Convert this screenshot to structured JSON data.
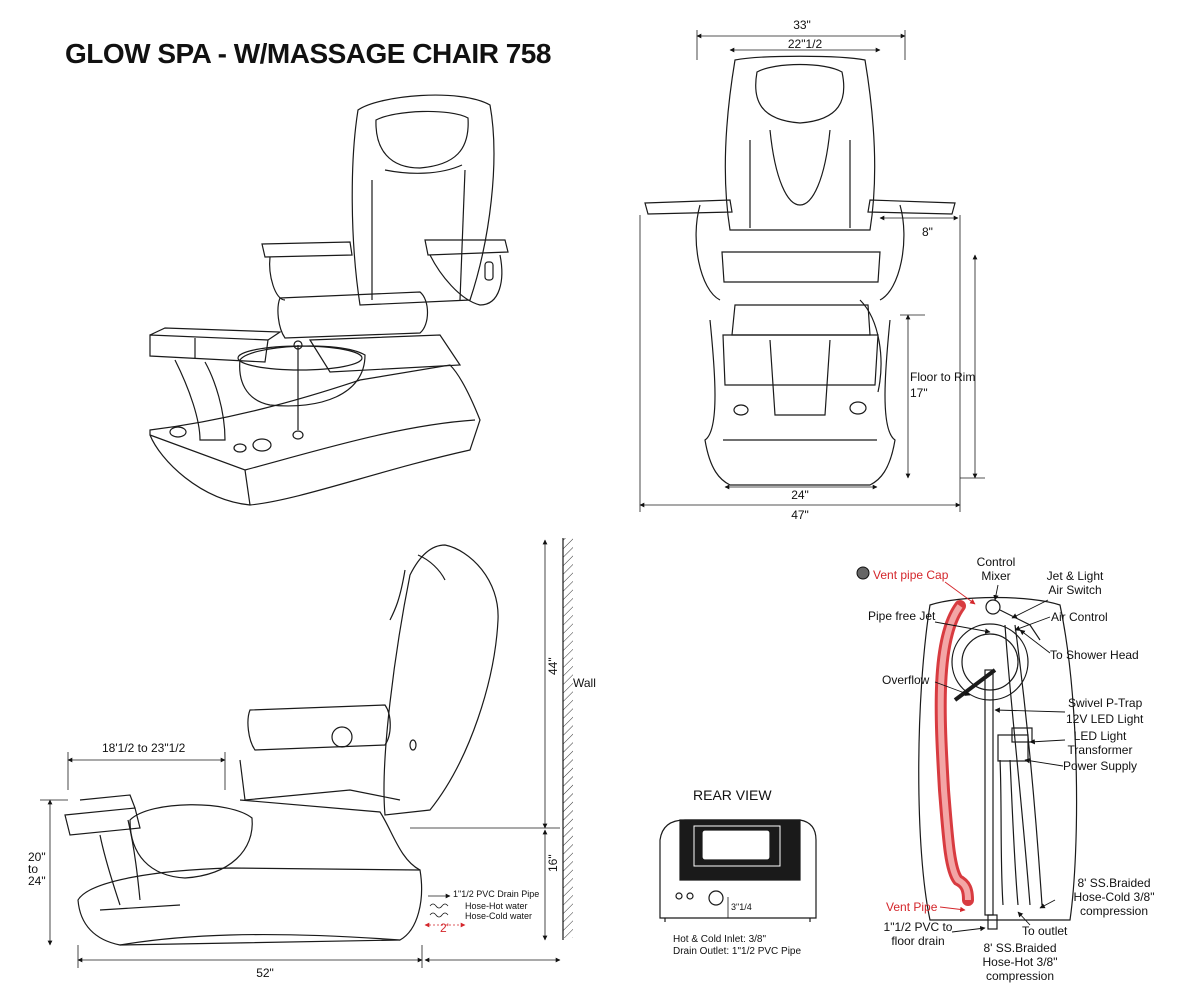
{
  "title": "GLOW SPA - W/MASSAGE CHAIR 758",
  "front_view": {
    "width_total": "33\"",
    "width_inner": "22\"1/2",
    "armrest": "8\"",
    "floor_to_rim_label": "Floor to Rim",
    "floor_to_rim_value": "17\"",
    "base_width": "24\"",
    "overall_width": "47\""
  },
  "side_view": {
    "footrest_range": "18'1/2 to 23\"1/2",
    "height_total": "44\"",
    "wall": "Wall",
    "foot_height_a": "20\"",
    "foot_height_to": "to",
    "foot_height_b": "24\"",
    "basin_height": "16\"",
    "length": "52\"",
    "offset": "2'",
    "pipes": [
      "1\"1/2 PVC Drain Pipe",
      "Hose-Hot water",
      "Hose-Cold water"
    ]
  },
  "rear_view": {
    "heading": "REAR VIEW",
    "dimension": "3\"1/4",
    "notes": [
      "Hot & Cold Inlet: 3/8\"",
      "Drain Outlet: 1\"1/2 PVC Pipe"
    ]
  },
  "plumbing": {
    "vent_pipe_cap": "Vent pipe Cap",
    "control_mixer": "Control Mixer",
    "jet_light_air_switch": "Jet & Light Air Switch",
    "pipe_free_jet": "Pipe free Jet",
    "air_control": "Air Control",
    "to_shower_head": "To Shower Head",
    "overflow": "Overflow",
    "swivel_p_trap": "Swivel P-Trap",
    "led_light_12v": "12V LED Light",
    "led_light_transformer": "LED Light Transformer",
    "power_supply": "Power Supply",
    "hose_cold": "8' SS.Braided Hose-Cold 3/8\" compression",
    "vent_pipe": "Vent Pipe",
    "pvc_floor_drain": "1\"1/2 PVC to floor drain",
    "to_outlet": "To outlet",
    "hose_hot": "8' SS.Braided Hose-Hot 3/8\" compression"
  },
  "colors": {
    "accent_red": "#d4262b",
    "line": "#1a1a1a"
  }
}
